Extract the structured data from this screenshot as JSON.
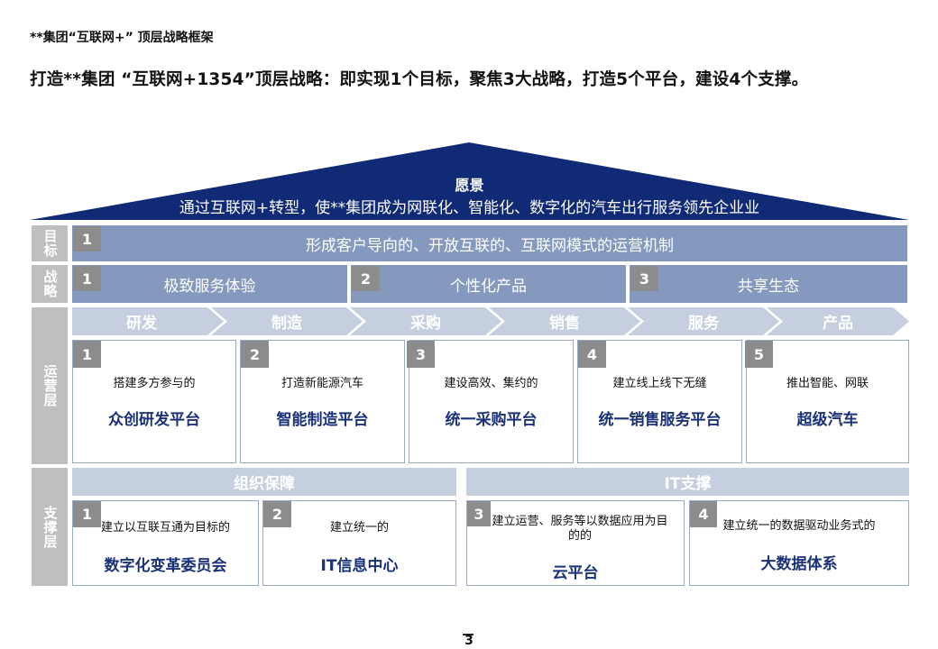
{
  "header": {
    "doc_title": "**集团“互联网+” 顶层战略框架",
    "headline": "打造**集团 “互联网+1354”顶层战略：即实现1个目标，聚焦3大战略，打造5个平台，建设4个支撑。"
  },
  "vision": {
    "title": "愿景",
    "text": "通过互联网+转型，使**集团成为网联化、智能化、数字化的汽车出行服务领先企业业"
  },
  "rows": {
    "goal_label": "目标",
    "strategy_label": "战略",
    "operation_label": "运营层",
    "support_label": "支撑层"
  },
  "goal": {
    "num": "1",
    "text": "形成客户导向的、开放互联的、互联网模式的运营机制"
  },
  "strategies": [
    {
      "num": "1",
      "text": "极致服务体验"
    },
    {
      "num": "2",
      "text": "个性化产品"
    },
    {
      "num": "3",
      "text": "共享生态"
    }
  ],
  "chain": [
    "研发",
    "制造",
    "采购",
    "销售",
    "服务",
    "产品"
  ],
  "platforms": [
    {
      "num": "1",
      "sub": "搭建多方参与的",
      "main": "众创研发平台"
    },
    {
      "num": "2",
      "sub": "打造新能源汽车",
      "main": "智能制造平台"
    },
    {
      "num": "3",
      "sub": "建设高效、集约的",
      "main": "统一采购平台"
    },
    {
      "num": "4",
      "sub": "建立线上线下无缝",
      "main": "统一销售服务平台"
    },
    {
      "num": "5",
      "sub": "推出智能、网联",
      "main": "超级汽车"
    }
  ],
  "support_groups": [
    "组织保障",
    "IT支撑"
  ],
  "supports": [
    {
      "num": "1",
      "sub": "建立以互联互通为目标的",
      "main": "数字化变革委员会"
    },
    {
      "num": "2",
      "sub": "建立统一的",
      "main": "IT信息中心"
    },
    {
      "num": "3",
      "sub": "建立运营、服务等以数据应用为目的的",
      "main": "云平台"
    },
    {
      "num": "4",
      "sub": "建立统一的数据驱动业务式的",
      "main": "大数据体系"
    }
  ],
  "page_number": "3",
  "colors": {
    "roof": "#102a75",
    "bar": "#8598bd",
    "light": "#c5cfe0",
    "side": "#bfbfbf",
    "num": "#8c8c8c",
    "accent_text": "#1b3278"
  }
}
